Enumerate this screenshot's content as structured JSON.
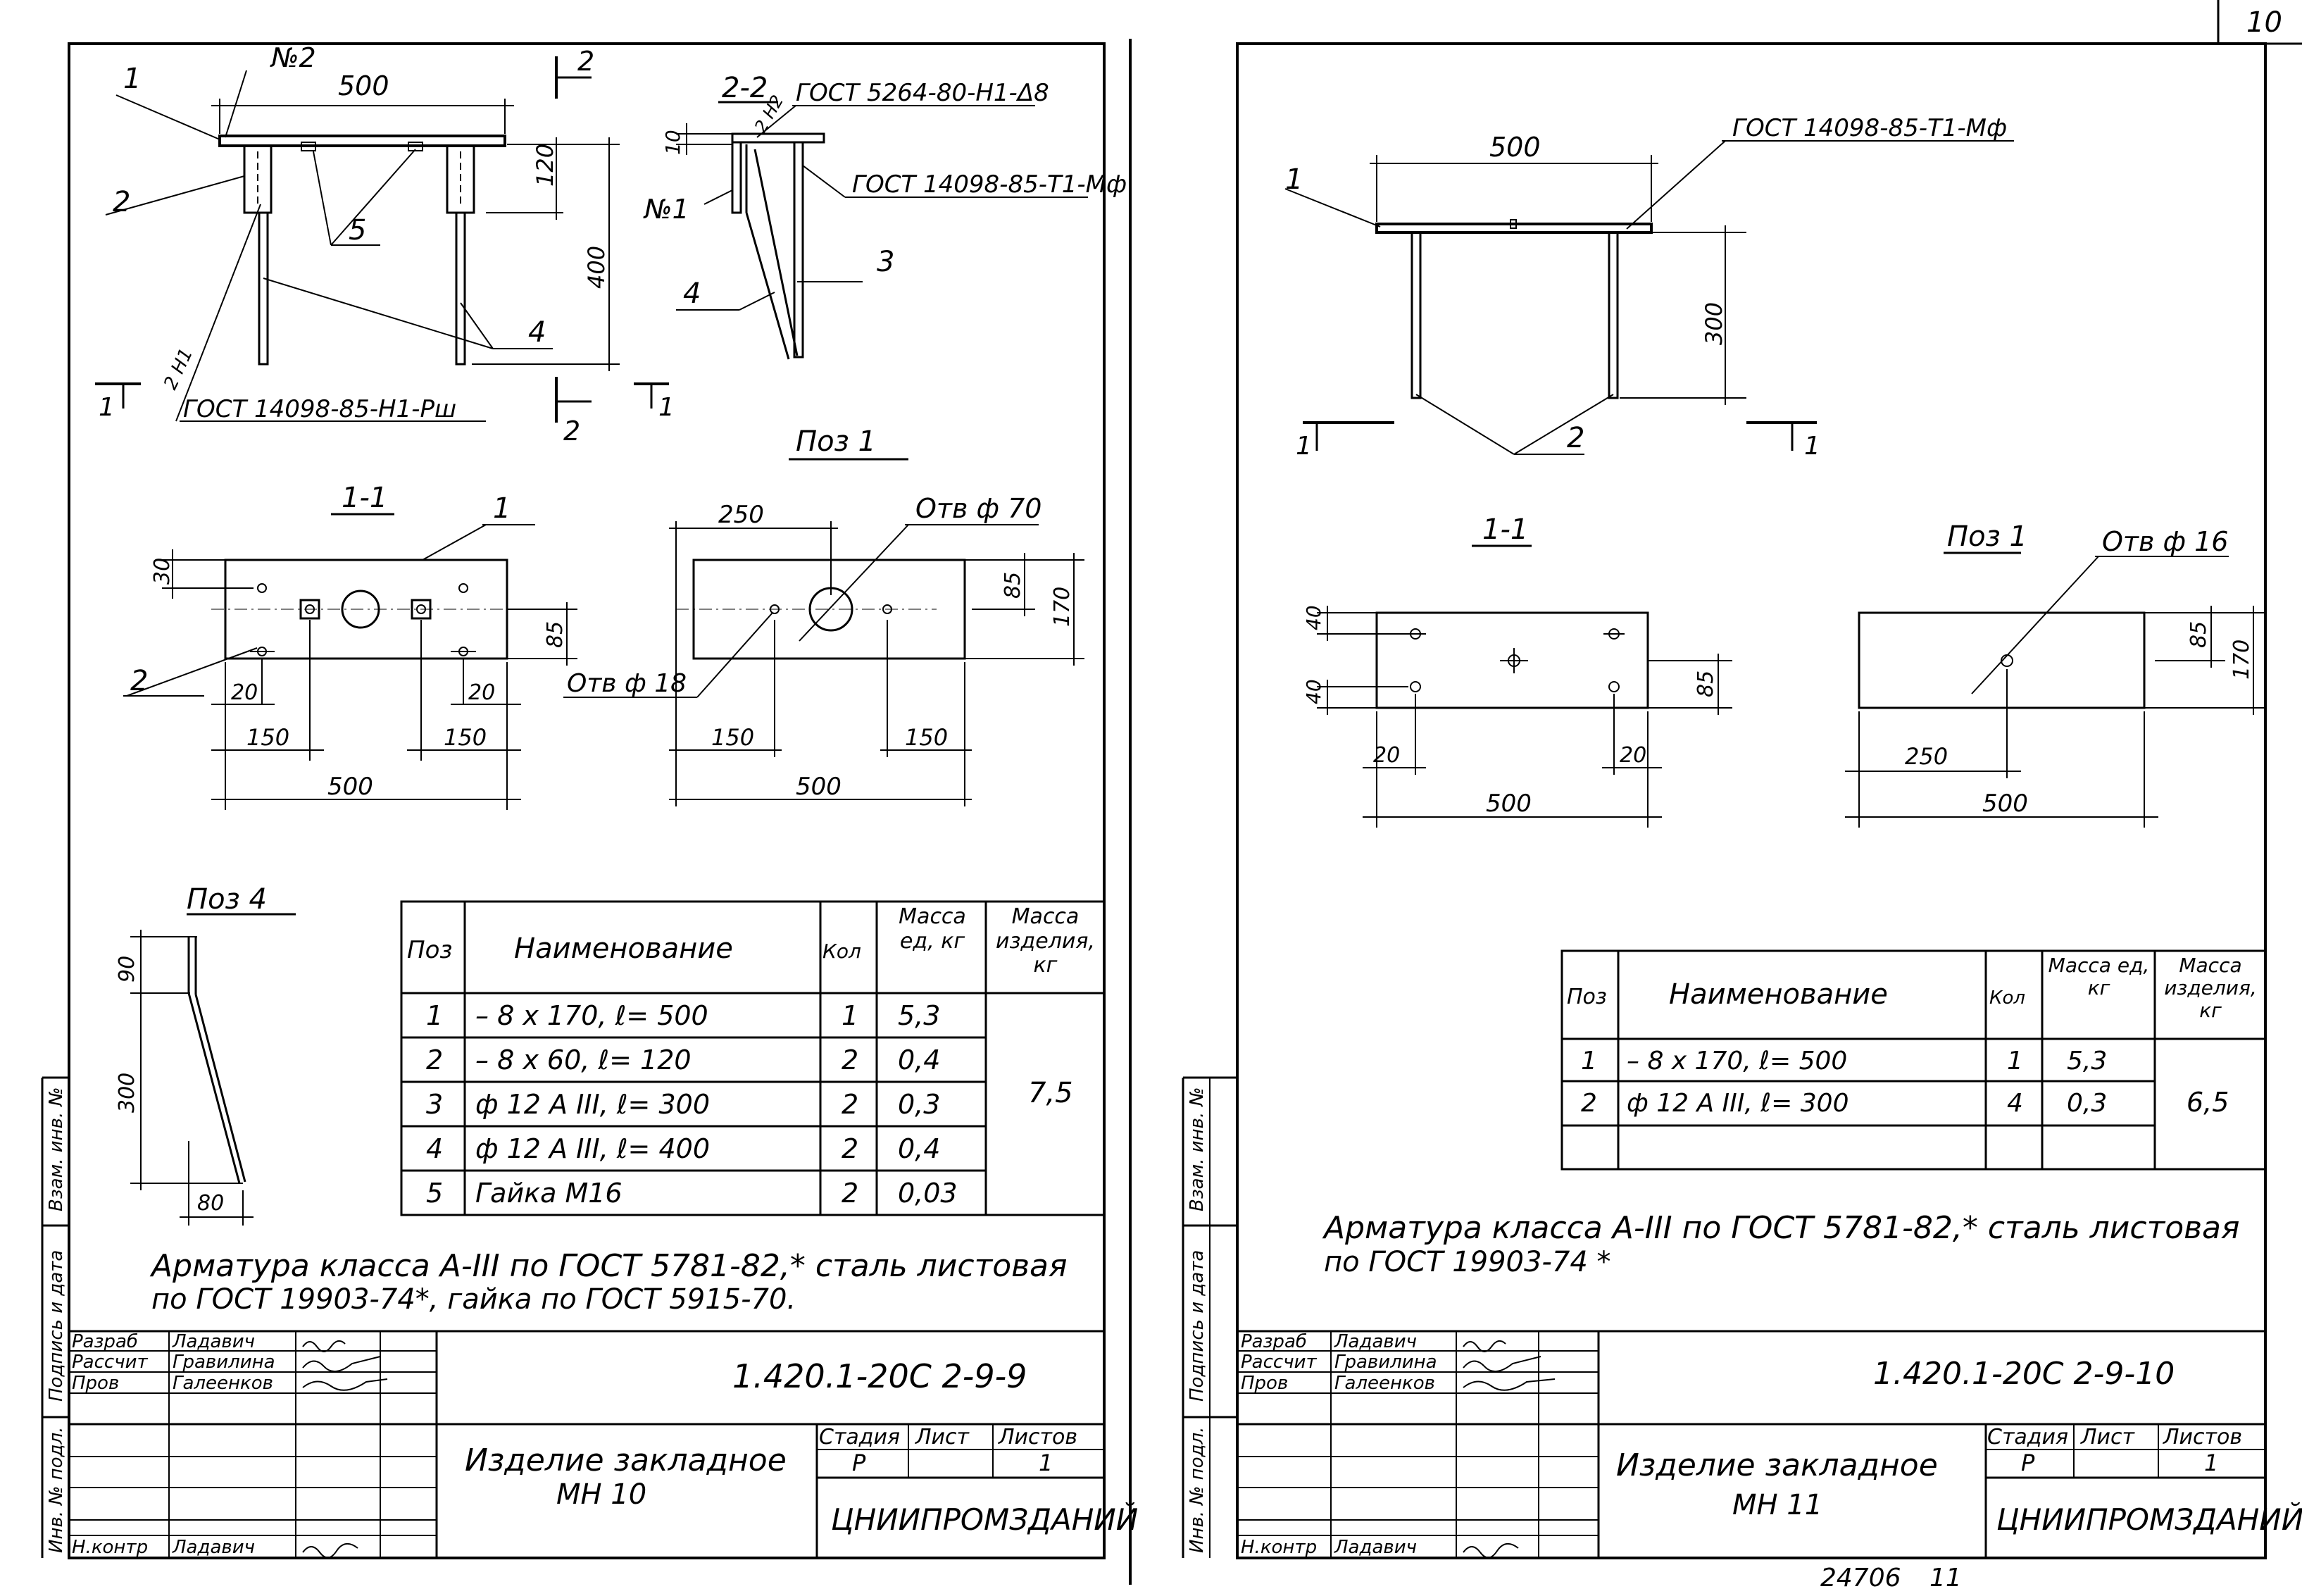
{
  "page_number": "10",
  "footer_left": "24706",
  "footer_right": "11",
  "stamp_top": "Взам. инв. №",
  "stamp_mid": "Подпись и дата",
  "stamp_bot": "Инв. № подл.",
  "sheet1": {
    "view_top_label": "2",
    "view_label_22": "2-2",
    "label_no2": "№2",
    "label_no1": "№1",
    "dim_500_top": "500",
    "dim_120": "120",
    "dim_400": "400",
    "dim_10": "10",
    "weld_gost_5264": "ГОСТ 5264-80-Н1-Δ8",
    "weld_gost_t1": "ГОСТ 14098-85-Т1-Мф",
    "weld_gost_h1": "ГОСТ 14098-85-Н1-Рш",
    "weld_sym_1": "2 Н1",
    "weld_sym_2": "2 Н2",
    "callout_1": "1",
    "callout_2": "2",
    "callout_3": "3",
    "callout_4": "4",
    "callout_5": "5",
    "section_1_1": "1-1",
    "section_mark": "1",
    "section_letter_2": "2",
    "pos1_title": "Поз 1",
    "pos4_title": "Поз 4",
    "hole_70": "Отв ф 70",
    "hole_18": "Отв ф 18",
    "dim_250": "250",
    "dim_150a": "150",
    "dim_150b": "150",
    "dim_500a": "500",
    "dim_500b": "500",
    "dim_30": "30",
    "dim_20a": "20",
    "dim_20b": "20",
    "dim_85a": "85",
    "dim_85b": "85",
    "dim_170": "170",
    "dim_90": "90",
    "dim_300": "300",
    "dim_80": "80",
    "table": {
      "headers": [
        "Поз",
        "Наименование",
        "Кол",
        "Масса ед, кг",
        "Масса изделия, кг"
      ],
      "rows": [
        [
          "1",
          "– 8 х 170, ℓ= 500",
          "1",
          "5,3"
        ],
        [
          "2",
          "– 8 х 60, ℓ= 120",
          "2",
          "0,4"
        ],
        [
          "3",
          "ф 12 А III, ℓ= 300",
          "2",
          "0,3"
        ],
        [
          "4",
          "ф 12 А III, ℓ= 400",
          "2",
          "0,4"
        ],
        [
          "5",
          "Гайка М16",
          "2",
          "0,03"
        ]
      ],
      "total": "7,5"
    },
    "note1": "Арматура класса А-III по ГОСТ 5781-82,* сталь листовая",
    "note2": "по ГОСТ 19903-74*, гайка по ГОСТ 5915-70.",
    "title": {
      "roles": [
        "Разраб",
        "Рассчит",
        "Пров",
        "",
        "",
        "",
        "Н.контр"
      ],
      "names": [
        "Ладавич",
        "Гравилина",
        "Галеенков",
        "",
        "",
        "",
        "Ладавич"
      ],
      "code": "1.420.1-20С 2-9-9",
      "name1": "Изделие закладное",
      "name2": "МН 10",
      "stage_h": "Стадия",
      "sheet_h": "Лист",
      "sheets_h": "Листов",
      "stage": "Р",
      "sheets": "1",
      "org": "ЦНИИПРОМЗДАНИЙ"
    }
  },
  "sheet2": {
    "weld_gost": "ГОСТ 14098-85-Т1-Мф",
    "dim_500_top": "500",
    "dim_300": "300",
    "callout_1": "1",
    "callout_2": "2",
    "section_mark": "1",
    "section_1_1": "1-1",
    "pos1_title": "Поз 1",
    "hole_16": "Отв ф 16",
    "dim_40a": "40",
    "dim_40b": "40",
    "dim_85a": "85",
    "dim_85b": "85",
    "dim_170": "170",
    "dim_20a": "20",
    "dim_20b": "20",
    "dim_250": "250",
    "dim_500a": "500",
    "dim_500b": "500",
    "table": {
      "headers": [
        "Поз",
        "Наименование",
        "Кол",
        "Масса ед, кг",
        "Масса изделия, кг"
      ],
      "rows": [
        [
          "1",
          "– 8 х 170, ℓ= 500",
          "1",
          "5,3"
        ],
        [
          "2",
          "ф 12 А III, ℓ= 300",
          "4",
          "0,3"
        ],
        [
          "",
          "",
          "",
          ""
        ]
      ],
      "total": "6,5"
    },
    "note1": "Арматура класса А-III по ГОСТ 5781-82,* сталь листовая",
    "note2": "по ГОСТ 19903-74 *",
    "title": {
      "roles": [
        "Разраб",
        "Рассчит",
        "Пров",
        "",
        "",
        "",
        "Н.контр"
      ],
      "names": [
        "Ладавич",
        "Гравилина",
        "Галеенков",
        "",
        "",
        "",
        "Ладавич"
      ],
      "code": "1.420.1-20С 2-9-10",
      "name1": "Изделие закладное",
      "name2": "МН 11",
      "stage_h": "Стадия",
      "sheet_h": "Лист",
      "sheets_h": "Листов",
      "stage": "Р",
      "sheets": "1",
      "org": "ЦНИИПРОМЗДАНИЙ"
    }
  }
}
